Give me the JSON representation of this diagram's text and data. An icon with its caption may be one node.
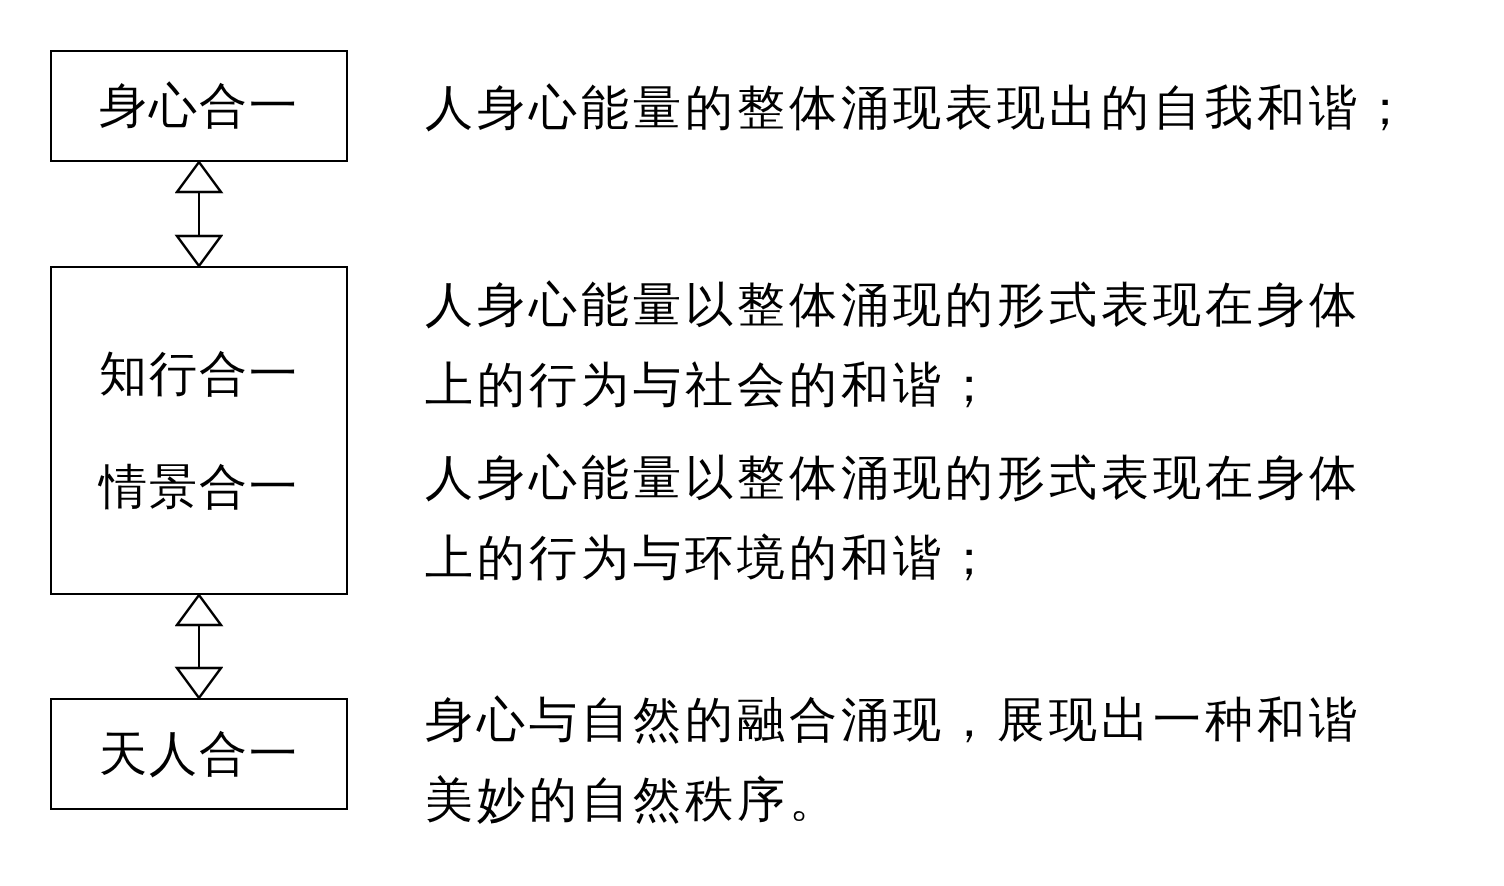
{
  "diagram": {
    "nodes": [
      {
        "text": [
          "身心合一"
        ],
        "beside": [
          "人身心能量的整体涌现表现出的自我和谐；"
        ]
      },
      {
        "text": [
          "知行合一",
          "情景合一"
        ],
        "beside": [
          "人身心能量以整体涌现的形式表现在身体上的行为与社会的和谐；",
          "人身心能量以整体涌现的形式表现在身体上的行为与环境的和谐；"
        ]
      },
      {
        "text": [
          "天人合一"
        ],
        "beside": [
          "身心与自然的融合涌现，展现出一种和谐美妙的自然秩序。"
        ]
      }
    ],
    "edges": [
      {
        "from": 0,
        "to": 1,
        "arrow": "both"
      },
      {
        "from": 1,
        "to": 2,
        "arrow": "both"
      }
    ]
  }
}
